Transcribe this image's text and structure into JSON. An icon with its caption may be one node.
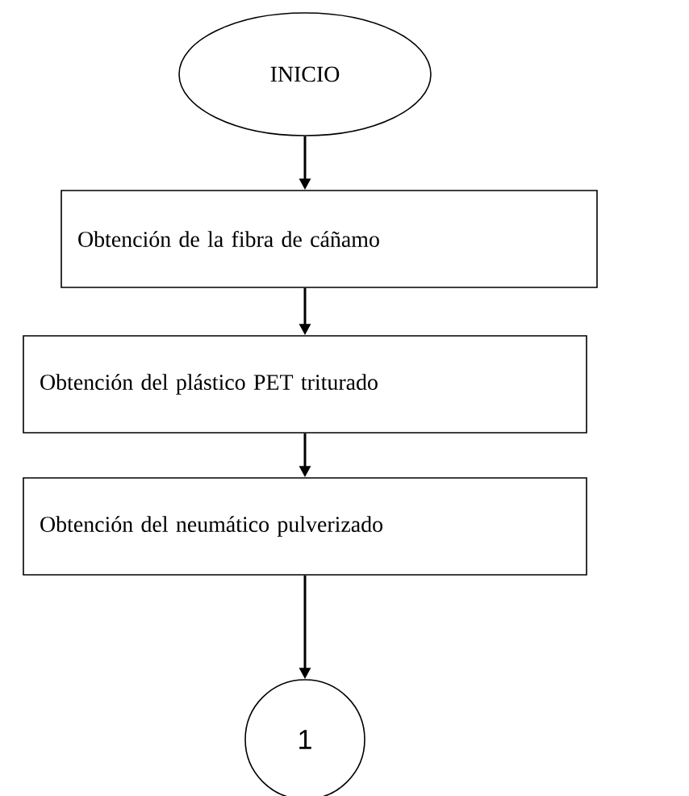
{
  "diagram": {
    "nodes": [
      {
        "text": [
          "INICIO"
        ]
      },
      {
        "text": [
          "Obtención de la fibra de cáñamo"
        ]
      },
      {
        "text": [
          "Obtención del plástico PET triturado"
        ]
      },
      {
        "text": [
          "Obtención del neumático pulverizado"
        ]
      },
      {
        "text": [
          "1"
        ]
      }
    ],
    "edges": [
      {
        "from": 0,
        "to": 1,
        "arrow": "to"
      },
      {
        "from": 1,
        "to": 2,
        "arrow": "to"
      },
      {
        "from": 2,
        "to": 3,
        "arrow": "to"
      },
      {
        "from": 3,
        "to": 4,
        "arrow": "to"
      }
    ]
  }
}
